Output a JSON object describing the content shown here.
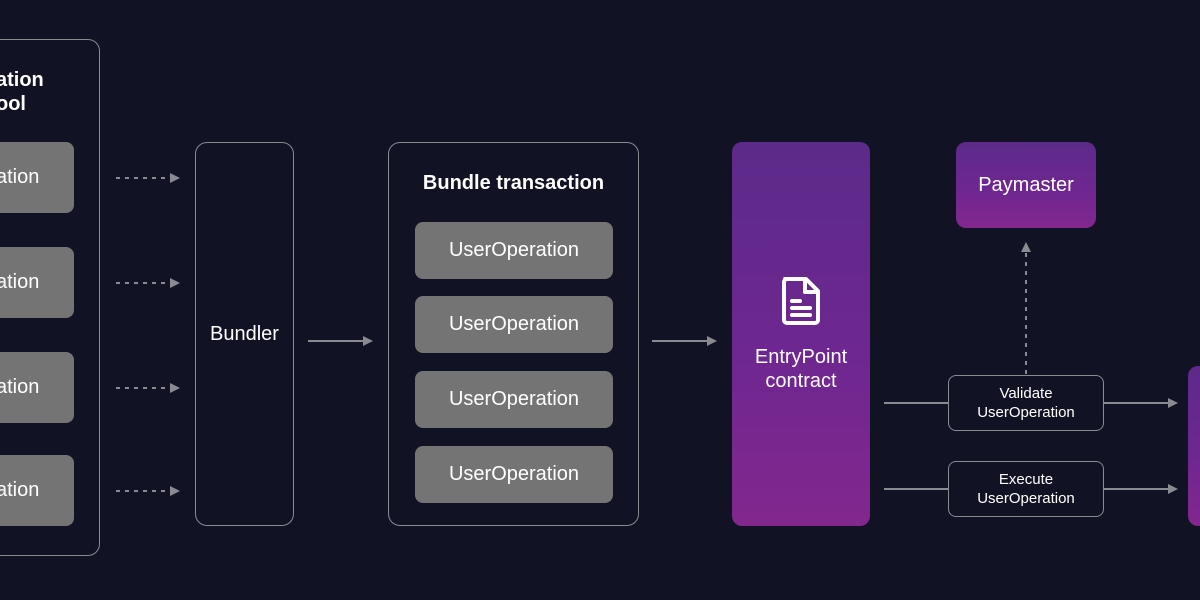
{
  "mempool": {
    "title_line1": "ation",
    "title_line2": "ool",
    "items": [
      "ation",
      "ation",
      "ation",
      "ation"
    ]
  },
  "bundler": {
    "label": "Bundler"
  },
  "bundle_transaction": {
    "title": "Bundle transaction",
    "items": [
      "UserOperation",
      "UserOperation",
      "UserOperation",
      "UserOperation"
    ]
  },
  "entrypoint": {
    "line1": "EntryPoint",
    "line2": "contract",
    "icon": "document-icon"
  },
  "paymaster": {
    "label": "Paymaster"
  },
  "validate": {
    "line1": "Validate",
    "line2": "UserOperation"
  },
  "execute": {
    "line1": "Execute",
    "line2": "UserOperation"
  },
  "colors": {
    "background": "#121225",
    "border": "#8a8a92",
    "pill": "#747474",
    "purple_top": "#5c2a8a",
    "purple_bottom": "#82278e",
    "arrow": "#8a8a92"
  }
}
